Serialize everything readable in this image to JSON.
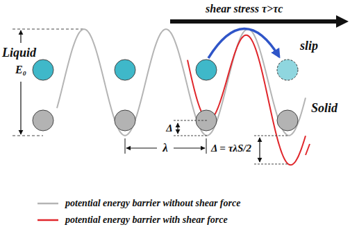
{
  "diagram": {
    "labels": [
      "shear stress τ>τc",
      "Liquid",
      "E₀",
      "slip",
      "Solid",
      "Δ",
      "λ",
      "Δ = τλS/2"
    ],
    "legend": [
      {
        "text": "potential energy barrier without shear force"
      },
      {
        "text": "potential energy barrier with shear force"
      }
    ]
  }
}
